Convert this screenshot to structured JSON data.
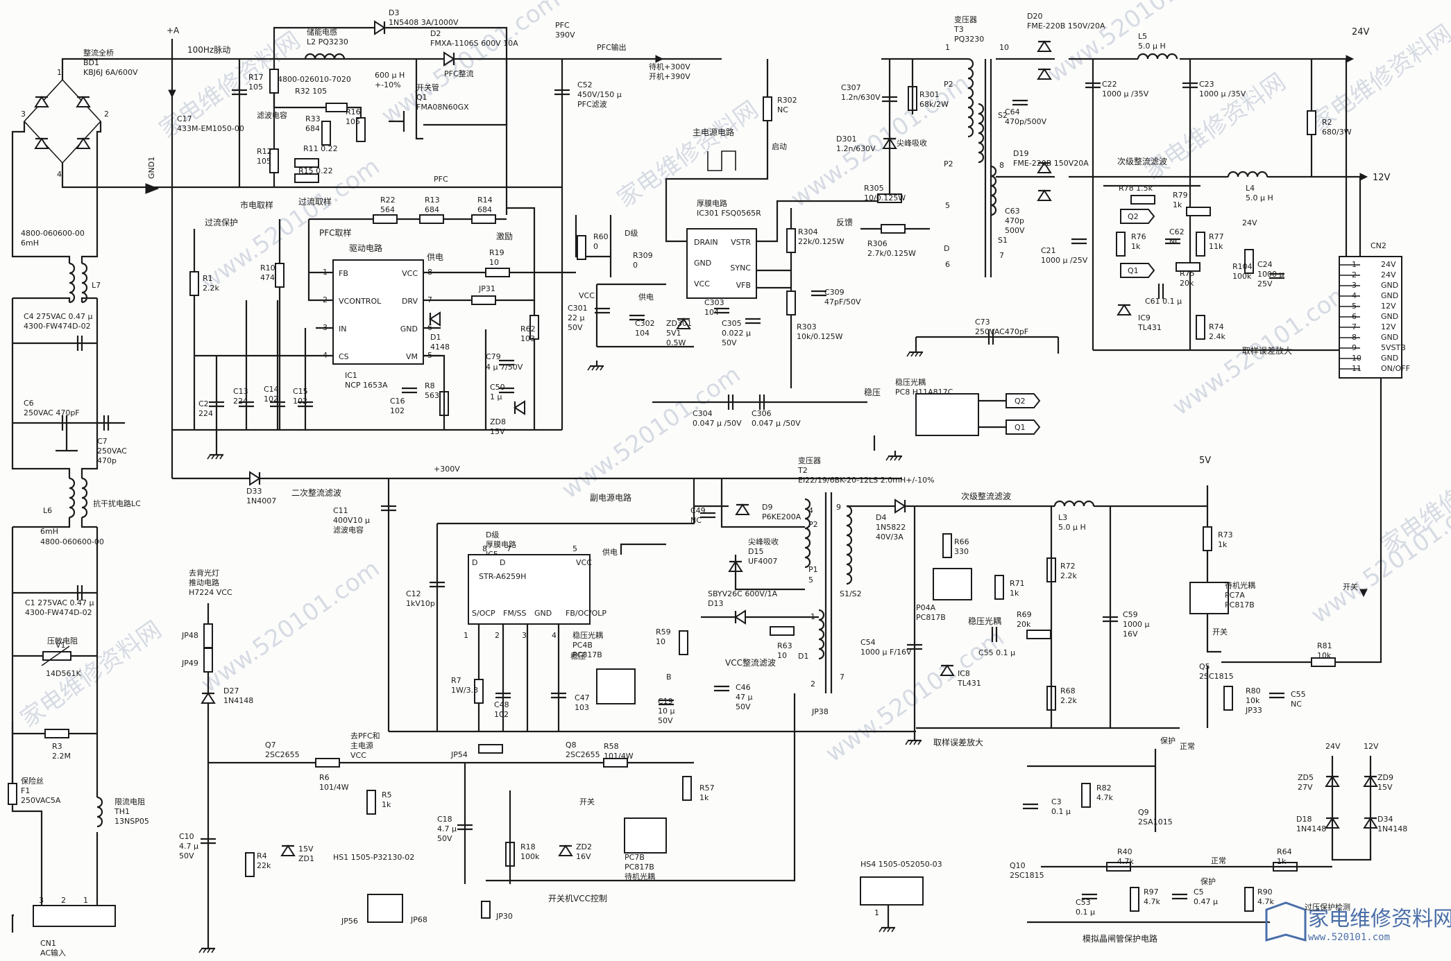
{
  "watermark": {
    "url": "www.520101.com",
    "brand": "家电维修资料网"
  },
  "logo": {
    "name": "家电维修资料网",
    "url": "www.520101.com",
    "caption": "过压保护检测"
  },
  "labels": {
    "bridge": [
      "整流全桥",
      "BD1",
      "KBJ6J 6A/600V"
    ],
    "plusA": "+A",
    "pulse": "100Hz脉动",
    "gnd1": "GND1",
    "d3": [
      "D3",
      "1N5408 3A/1000V"
    ],
    "l2": [
      "储能电感",
      "L2 PQ3230"
    ],
    "r17": [
      "R17",
      "105"
    ],
    "part1": "4800-026010-7020",
    "d2": [
      "D2",
      "FMXA-1106S 600V 10A"
    ],
    "pfcRect": "PFC整流",
    "l2val": [
      "600 μ H",
      "+-10%"
    ],
    "pfcV": [
      "PFC",
      "390V"
    ],
    "pfcOut": "PFC输出",
    "r32": "R32 105",
    "r33": [
      "R33",
      "684"
    ],
    "r16": [
      "R16",
      "105"
    ],
    "filterCap": "滤波电容",
    "c17": [
      "C17",
      "433M-EM1050-00"
    ],
    "q1": [
      "开关管",
      "Q1",
      "FMA08N60GX"
    ],
    "c52": [
      "C52",
      "450V/150 μ",
      "PFC滤波"
    ],
    "stb": [
      "待机+300V",
      "开机+390V"
    ],
    "r12": [
      "R12",
      "105"
    ],
    "r11": "R11 0.22",
    "r15": "R15 0.22",
    "pfcLbl": "PFC",
    "mains": "市电取样",
    "oc": "过流取样",
    "r22": [
      "R22",
      "564"
    ],
    "r13": [
      "R13",
      "684"
    ],
    "r14": [
      "R14",
      "684"
    ],
    "ocp": "过流保护",
    "pfcSamp": "PFC取样",
    "drv": "驱动电路",
    "feed": "供电",
    "exc": "激励",
    "ic1": {
      "pins": [
        "FB",
        "VCONTROL",
        "IN",
        "CS",
        "VCC",
        "DRV",
        "GND",
        "VM"
      ],
      "name": [
        "IC1",
        "NCP 1653A"
      ]
    },
    "r1": [
      "R1",
      "2.2k"
    ],
    "r10": [
      "R10",
      "474"
    ],
    "r19": [
      "R19",
      "10"
    ],
    "jp31": "JP31",
    "r60": [
      "R60",
      "0"
    ],
    "r309": [
      "R309",
      "0"
    ],
    "dlevel": "D级",
    "feed2": "供电",
    "d1": [
      "D1",
      "4148"
    ],
    "r62": [
      "R62",
      "103"
    ],
    "c79": "C79",
    "c79v": "4 μ 7/50V",
    "c50": [
      "C50",
      "1 μ"
    ],
    "zd8": [
      "ZD8",
      "15V"
    ],
    "c2": [
      "C2",
      "224"
    ],
    "c13": [
      "C13",
      "224"
    ],
    "c14": [
      "C14",
      "102"
    ],
    "c15": [
      "C15",
      "102"
    ],
    "c16": [
      "C16",
      "102"
    ],
    "r8": [
      "R8",
      "563"
    ],
    "c301": [
      "C301",
      "22 μ",
      "50V"
    ],
    "c302": [
      "C302",
      "104"
    ],
    "vcc": "VCC",
    "mainPwr": "主电源电路",
    "thick": [
      "厚膜电路",
      "IC301 FSQ0565R"
    ],
    "ic301": [
      "DRAIN",
      "GND",
      "VCC",
      "VSTR",
      "SYNC",
      "VFB"
    ],
    "zd301": [
      "ZD301",
      "5V1",
      "0.5W"
    ],
    "c303": [
      "C303",
      "104"
    ],
    "c305": [
      "C305",
      "0.022 μ",
      "50V"
    ],
    "r302": [
      "R302",
      "NC"
    ],
    "start": "启动",
    "c307": [
      "C307",
      "1.2n/630V"
    ],
    "r301": [
      "R301",
      "68k/2W"
    ],
    "d301": [
      "D301",
      "1.2n/630V"
    ],
    "spike": "尖峰吸收",
    "r305": [
      "R305",
      "10/0.125W"
    ],
    "fb": "反馈",
    "r304": [
      "R304",
      "22k/0.125W"
    ],
    "r306": [
      "R306",
      "2.7k/0.125W"
    ],
    "c309": [
      "C309",
      "47pF/50V"
    ],
    "r303": [
      "R303",
      "10k/0.125W"
    ],
    "c304": [
      "C304",
      "0.047 μ /50V"
    ],
    "c306": [
      "C306",
      "0.047 μ /50V"
    ],
    "stable": "稳压",
    "opto1": [
      "稳压光耦",
      "PC8 H11A817C"
    ],
    "q2": "Q2",
    "q1b": "Q1",
    "c73": [
      "C73",
      "250VAC470pF"
    ],
    "t3": [
      "变压器",
      "T3",
      "PQ3230"
    ],
    "p2": "P2",
    "s2": "S2",
    "s1": "S1",
    "d20": [
      "D20",
      "FME-220B 150V/20A"
    ],
    "l5": [
      "L5",
      "5.0 μ H"
    ],
    "v24": "24V",
    "c22": [
      "C22",
      "1000 μ /35V"
    ],
    "c23": [
      "C23",
      "1000 μ /35V"
    ],
    "c64": [
      "C64",
      "470p/500V"
    ],
    "r2": [
      "R2",
      "680/3W"
    ],
    "d19": [
      "D19",
      "FME-220B 150V20A"
    ],
    "c63": [
      "C63",
      "470p",
      "500V"
    ],
    "c21": [
      "C21",
      "1000 μ /25V"
    ],
    "secFilt": "次级整流滤波",
    "l4": [
      "L4",
      "5.0 μ H"
    ],
    "v12": "12V",
    "r78": "R78 1.5k",
    "r79": [
      "R79",
      "1k"
    ],
    "g2": "Q2",
    "r76": [
      "R76",
      "1k"
    ],
    "c62": [
      "C62",
      "NC"
    ],
    "r77": [
      "R77",
      "11k"
    ],
    "r104": [
      "R104",
      "100k"
    ],
    "v24b": "24V",
    "c24": [
      "C24",
      "1000 μ",
      "25V"
    ],
    "r75": [
      "R75",
      "20k"
    ],
    "c61": "C61 0.1 μ",
    "ic9": [
      "IC9",
      "TL431"
    ],
    "r74": [
      "R74",
      "2.4k"
    ],
    "sampAmp": "取样误差放大",
    "cn2": {
      "name": "CN2",
      "pins": [
        "1",
        "2",
        "3",
        "4",
        "5",
        "6",
        "7",
        "8",
        "9",
        "10",
        "11"
      ],
      "sig": [
        "24V",
        "24V",
        "GND",
        "GND",
        "12V",
        "GND",
        "12V",
        "GND",
        "5VSTB",
        "GND",
        "ON/OFF"
      ]
    },
    "l7": [
      "4800-060600-00",
      "6mH",
      "L7"
    ],
    "c4": [
      "C4 275VAC 0.47 μ",
      "4300-FW474D-02"
    ],
    "c6": [
      "C6",
      "250VAC 470pF"
    ],
    "c7": [
      "C7",
      "250VAC",
      "470p"
    ],
    "d33": [
      "D33",
      "1N4007"
    ],
    "sec2": "二次整流滤波",
    "v300": "+300V",
    "c11": [
      "C11",
      "400V10 μ",
      "滤波电容"
    ],
    "l6": [
      "L6",
      "6mH",
      "4800-060600-00"
    ],
    "emi": "抗干扰电路LC",
    "c1": [
      "C1 275VAC 0.47 μ",
      "4300-FW474D-02"
    ],
    "v1": [
      "压敏电阻",
      "V1",
      "14D561K"
    ],
    "r3": [
      "R3",
      "2.2M"
    ],
    "f1": [
      "保险丝",
      "F1",
      "250VAC5A"
    ],
    "th1": [
      "限流电阻",
      "TH1",
      "13NSP05"
    ],
    "cn1": [
      "CN1",
      "AC输入"
    ],
    "cn1pins": [
      "3",
      "2",
      "1"
    ],
    "auxPwr": "副电源电路",
    "ic2": [
      "D级",
      "厚膜电路",
      "IC5"
    ],
    "strA": {
      "name": "STR-A6259H",
      "pins": [
        "S/OCP",
        "FM/SS",
        "GND",
        "FB/OC/OLP",
        "VCC"
      ]
    },
    "c12": [
      "C12",
      "1kV10p"
    ],
    "c49": [
      "C49",
      "NC"
    ],
    "d9": [
      "D9",
      "P6KE200A"
    ],
    "d15": [
      "尖峰吸收",
      "D15",
      "UF4007"
    ],
    "t2": [
      "变压器",
      "T2",
      "EI22/19/6BK-20-12LS 2.0mH+/-10%"
    ],
    "d13": [
      "SBYV26C 600V/1A",
      "D13"
    ],
    "r59": [
      "R59",
      "10"
    ],
    "r63": [
      "R63",
      "10"
    ],
    "vccFilt": "VCC整流滤波",
    "d1b": "D1",
    "r7": [
      "R7",
      "1W/3.3"
    ],
    "c48": [
      "C48",
      "102"
    ],
    "c47": [
      "C47",
      "103"
    ],
    "pc4": [
      "稳压光耦",
      "PC4B",
      "PC817B"
    ],
    "stab2": "稳压",
    "c19": [
      "C19",
      "10 μ",
      "50V"
    ],
    "c46": [
      "C46",
      "47 μ",
      "50V"
    ],
    "jp38": "JP38",
    "d4": [
      "D4",
      "1N5822",
      "40V/3A"
    ],
    "sec3": "次级整流滤波",
    "r66": [
      "R66",
      "330"
    ],
    "p04a": [
      "P04A",
      "PC817B"
    ],
    "r71": [
      "R71",
      "1k"
    ],
    "opto3": "稳压光耦",
    "r69": [
      "R69",
      "20k"
    ],
    "c55": "C55 0.1 μ",
    "c54": [
      "C54",
      "1000 μ F/16V"
    ],
    "ic8": [
      "IC8",
      "TL431"
    ],
    "r72": [
      "R72",
      "2.2k"
    ],
    "r68": [
      "R68",
      "2.2k"
    ],
    "sampAmp2": "取样误差放大",
    "l3": [
      "L3",
      "5.0 μ H"
    ],
    "v5": "5V",
    "c59": [
      "C59",
      "1000 μ",
      "16V"
    ],
    "r73": [
      "R73",
      "1k"
    ],
    "pc7": [
      "待机光耦",
      "PC7A",
      "PC817B"
    ],
    "onoff": "开关",
    "r81": [
      "R81",
      "10k"
    ],
    "q5": [
      "Q5",
      "2SC1815"
    ],
    "r80": [
      "R80",
      "10k",
      "JP33"
    ],
    "c55b": [
      "C55",
      "NC"
    ],
    "onoff2": "开关",
    "backlight": [
      "去背光灯",
      "推动电路",
      "H7224 VCC"
    ],
    "jp48": "JP48",
    "jp49": "JP49",
    "d27": [
      "D27",
      "1N4148"
    ],
    "pfcVcc": [
      "去PFC和",
      "主电源",
      "VCC"
    ],
    "q7": [
      "Q7",
      "2SC2655"
    ],
    "r6": [
      "R6",
      "101/4W"
    ],
    "r5": [
      "R5",
      "1k"
    ],
    "jp54": "JP54",
    "q8": [
      "Q8",
      "2SC2655"
    ],
    "r58": [
      "R58",
      "101/4W"
    ],
    "r57": [
      "R57",
      "1k"
    ],
    "onoff3": "开关",
    "c10": [
      "C10",
      "4.7 μ",
      "50V"
    ],
    "r4": [
      "R4",
      "22k"
    ],
    "zd1": [
      "15V",
      "ZD1"
    ],
    "c18": [
      "C18",
      "4.7 μ",
      "50V"
    ],
    "r18": [
      "R18",
      "100k"
    ],
    "zd2": [
      "ZD2",
      "16V"
    ],
    "pc7b": [
      "PC7B",
      "PC817B",
      "待机光耦"
    ],
    "hs1": "HS1 1505-P32130-02",
    "jp56": "JP56",
    "jp68": "JP68",
    "jp30": "JP30",
    "vccCtl": "开关机VCC控制",
    "hs4": "HS4 1505-052050-03",
    "hs4pin": "1",
    "prot": "保护",
    "normal": "正常",
    "c3": [
      "C3",
      "0.1 μ"
    ],
    "r82": [
      "R82",
      "4.7k"
    ],
    "q9": [
      "Q9",
      "2SA1015"
    ],
    "v24c": "24V",
    "v12c": "12V",
    "zd5": [
      "ZD5",
      "27V"
    ],
    "zd9": [
      "ZD9",
      "15V"
    ],
    "d18": [
      "D18",
      "1N4148"
    ],
    "d34": [
      "D34",
      "1N4148"
    ],
    "q10": [
      "Q10",
      "2SC1815"
    ],
    "r40": [
      "R40",
      "4.7k"
    ],
    "normal2": "正常",
    "prot2": "保护",
    "r64": [
      "R64",
      "1k"
    ],
    "c53": [
      "C53",
      "0.1 μ"
    ],
    "r97": [
      "R97",
      "4.7k"
    ],
    "c5": [
      "C5",
      "0.47 μ"
    ],
    "r90": [
      "R90",
      "4.7k"
    ],
    "thyr": "模拟晶闸管保护电路"
  }
}
